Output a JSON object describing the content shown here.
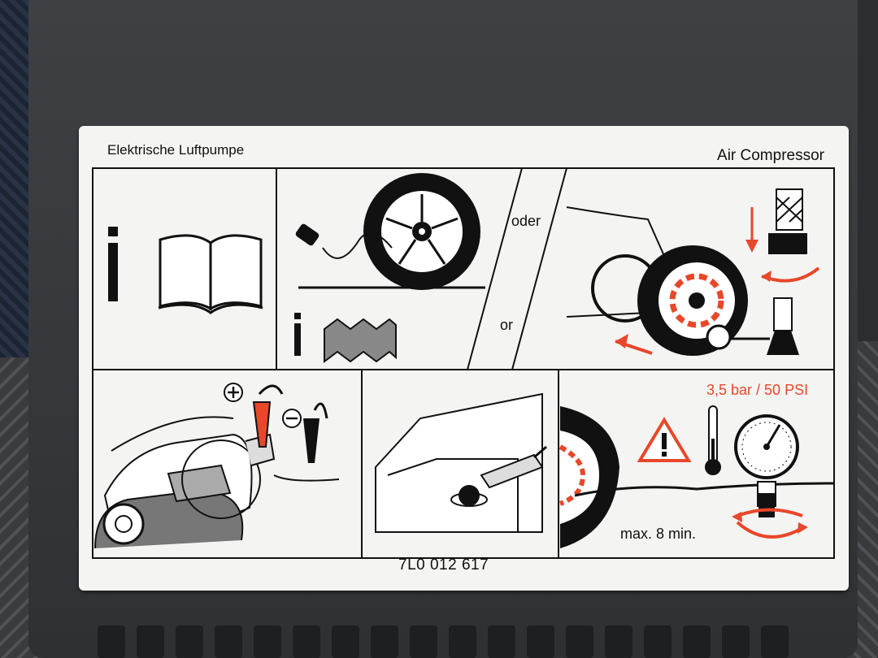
{
  "label": {
    "title_left": "Elektrische Luftpumpe",
    "title_right": "Air Compressor",
    "text_oder": "oder",
    "text_or": "or",
    "pressure": "3,5 bar / 50 PSI",
    "duration": "max. 8 min.",
    "part_number": "7L0 012 617"
  },
  "icons": [
    "info-icon",
    "manual-book-icon",
    "tire-icon",
    "folded-leaflet-icon",
    "car-wheel-icon",
    "valve-cap-icon",
    "car-engine-icon",
    "battery-clamp-icon",
    "plus-icon",
    "minus-icon",
    "warning-triangle-icon",
    "thermometer-icon",
    "pressure-gauge-icon"
  ],
  "colors": {
    "accent_red": "#e8472a",
    "label_bg": "#f4f4f2",
    "housing": "#3b3d40"
  }
}
